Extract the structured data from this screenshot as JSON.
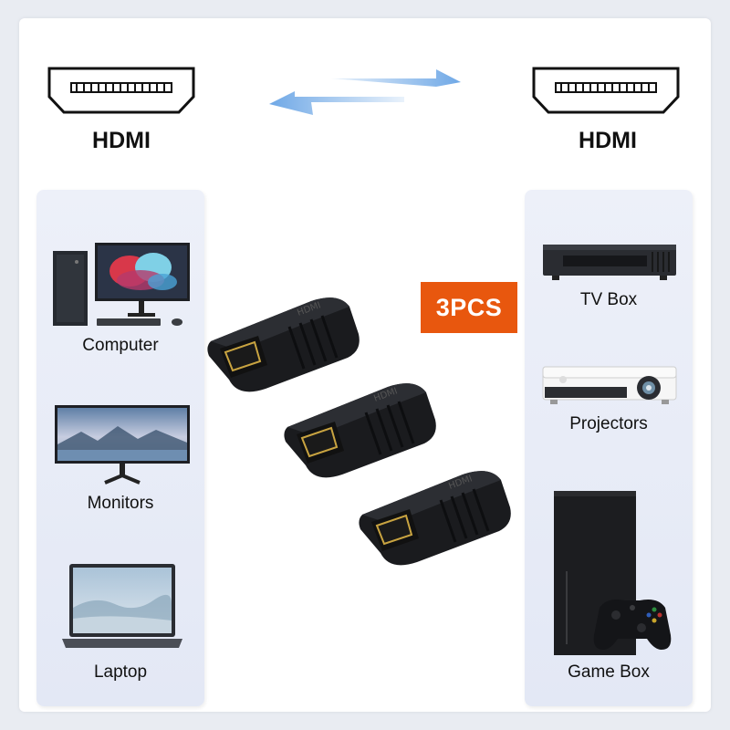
{
  "hdmi": {
    "left_label": "HDMI",
    "right_label": "HDMI"
  },
  "badge": {
    "text": "3PCS"
  },
  "left_devices": [
    {
      "label": "Computer",
      "icon": "computer-icon"
    },
    {
      "label": "Monitors",
      "icon": "monitor-icon"
    },
    {
      "label": "Laptop",
      "icon": "laptop-icon"
    }
  ],
  "right_devices": [
    {
      "label": "TV Box",
      "icon": "tv-box-icon"
    },
    {
      "label": "Projectors",
      "icon": "projector-icon"
    },
    {
      "label": "Game Box",
      "icon": "game-console-icon"
    }
  ],
  "adapter": {
    "imprint": "HDMI"
  },
  "colors": {
    "badge": "#e8570e",
    "arrow": "#6fa8e6",
    "panel": "#e8ecf7"
  }
}
